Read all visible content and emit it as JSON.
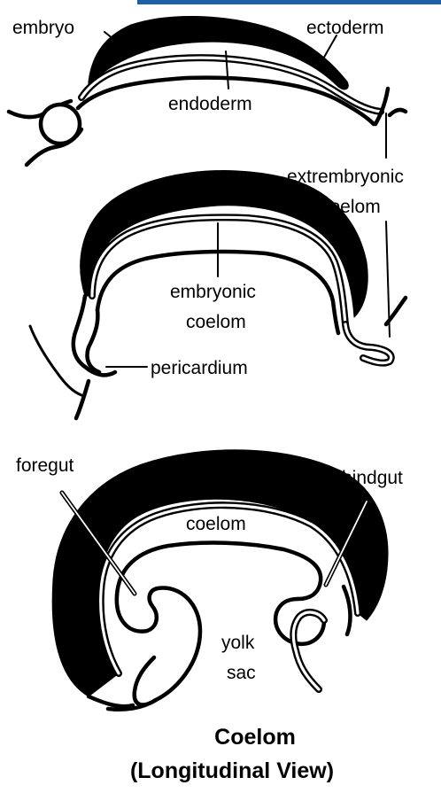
{
  "panel1": {
    "embryo": "embryo",
    "ectoderm": "ectoderm",
    "endoderm": "endoderm",
    "extraembryonic_coelom_1": "extrembryonic",
    "extraembryonic_coelom_2": "coelom"
  },
  "panel2": {
    "embryonic_coelom_1": "embryonic",
    "embryonic_coelom_2": "coelom",
    "pericardium": "pericardium"
  },
  "panel3": {
    "foregut": "foregut",
    "hindgut": "hindgut",
    "coelom": "coelom",
    "yolk_sac_1": "yolk",
    "yolk_sac_2": "sac"
  },
  "caption": {
    "line1": "Coelom",
    "line2": "(Longitudinal View)"
  },
  "colors": {
    "ink": "#000000",
    "background": "#ffffff",
    "top_edge_accent": "#1f5fa8"
  }
}
